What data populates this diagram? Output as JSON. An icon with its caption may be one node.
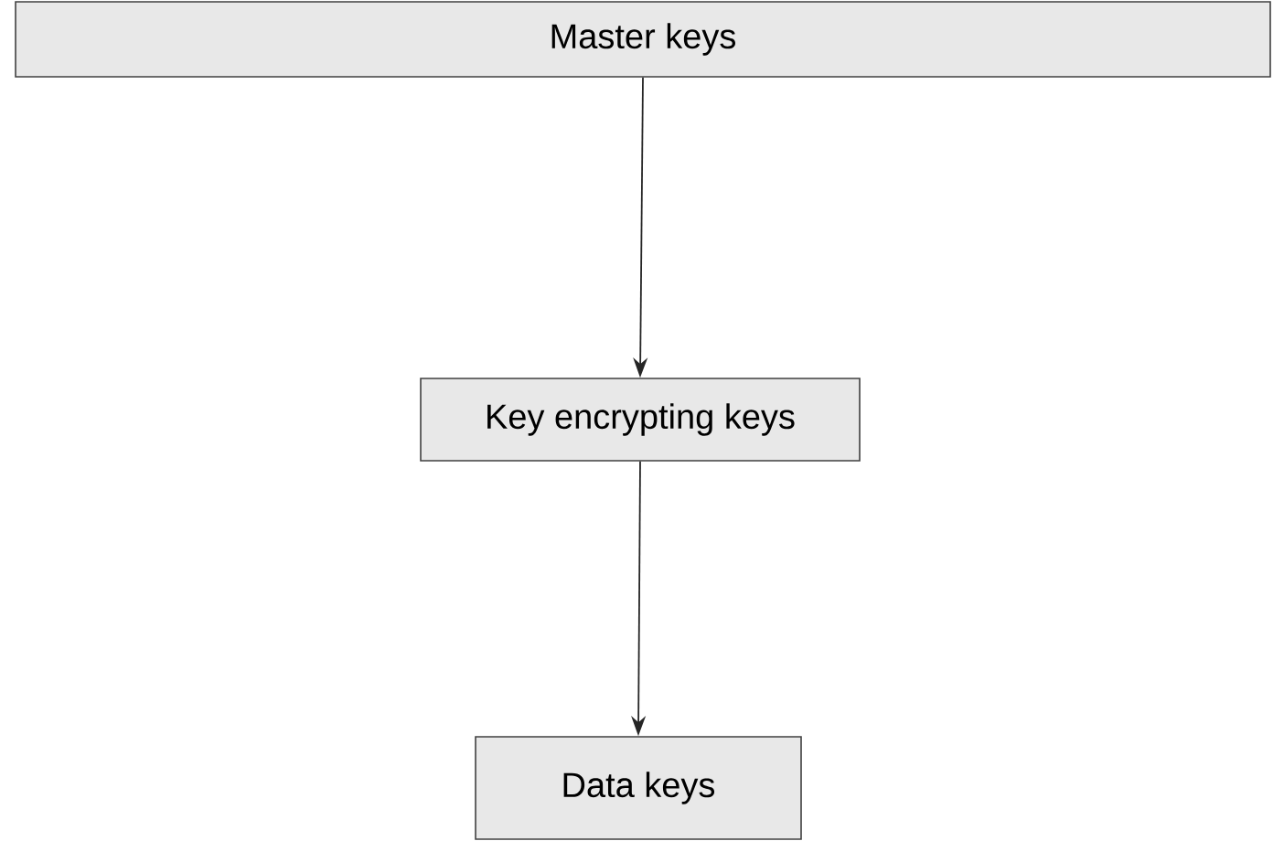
{
  "diagram": {
    "nodes": [
      {
        "text": [
          "Master keys"
        ]
      },
      {
        "text": [
          "Key encrypting keys"
        ]
      },
      {
        "text": [
          "Data keys"
        ]
      }
    ],
    "edges": [
      {
        "from": 0,
        "to": 1,
        "arrow": "to"
      },
      {
        "from": 1,
        "to": 2,
        "arrow": "to"
      }
    ]
  }
}
